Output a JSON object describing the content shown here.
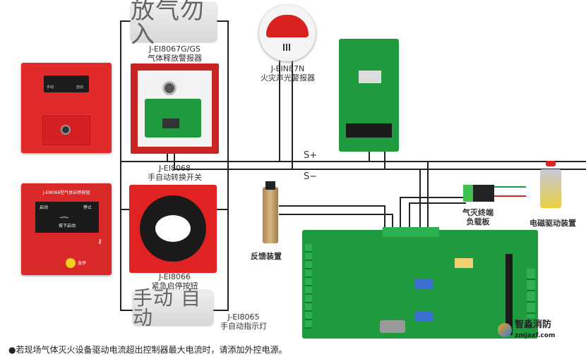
{
  "signs": {
    "gas_release_sign": "放气勿入",
    "manual_auto_sign": "手动 自动"
  },
  "devices": {
    "gas_release_alarm": {
      "model": "J-EI8067G/GS",
      "name": "气体释放警报器"
    },
    "sound_light_alarm": {
      "model": "J-EIN87N",
      "name": "火灾声光警报器"
    },
    "manual_auto_switch": {
      "model": "J-EI8068",
      "name": "手自动转换开关",
      "indicator_manual": "手动",
      "indicator_auto": "自动"
    },
    "emergency_button": {
      "model": "J-EI8066",
      "name": "紧急启停按钮"
    },
    "start_stop_button_panel": {
      "title": "J-EI8066型气体启停按钮",
      "start": "启动",
      "stop": "停止",
      "press_hint": "按下启动",
      "emergency_stop": "急停"
    },
    "manual_auto_indicator": {
      "model": "J-EI8065",
      "name": "手自动指示灯"
    },
    "feedback_device": {
      "name": "反馈装置"
    },
    "terminal_load_board": {
      "name_line1": "气灭终端",
      "name_line2": "负载板"
    },
    "solenoid_driver": {
      "name": "电磁驱动装置"
    }
  },
  "bus": {
    "positive": "S+",
    "negative": "S−"
  },
  "logo": {
    "name": "智淼消防",
    "url": "zmjaxf.com"
  },
  "footer_note": "●若现场气体灭火设备驱动电流超出控制器最大电流时，请添加外控电源。",
  "colors": {
    "panel_red": "#e12a2a",
    "pcb_green": "#1f9a3f",
    "wire": "#222222"
  }
}
